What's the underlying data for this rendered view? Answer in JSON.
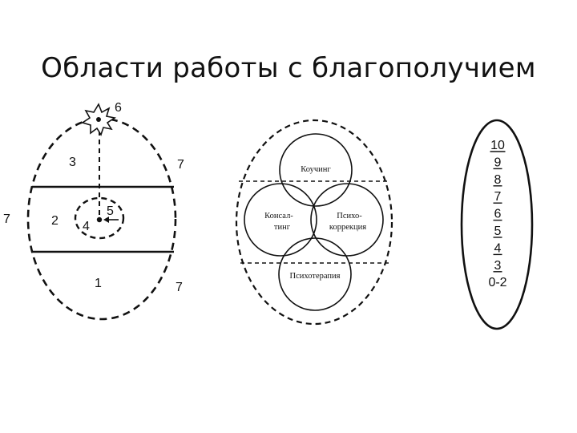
{
  "title": "Области работы с благополучием",
  "diagram_left": {
    "labels": {
      "zone_upper": "3",
      "zone_middle": "2",
      "zone_lower": "1",
      "inner_center": "4",
      "inner_right": "5",
      "star": "6",
      "edge_top_right": "7",
      "edge_left": "7",
      "edge_bottom_right": "7"
    }
  },
  "diagram_center": {
    "circles": {
      "top": "Коучинг",
      "left_line1": "Консал-",
      "left_line2": "тинг",
      "right_line1": "Психо-",
      "right_line2": "коррекция",
      "bottom": "Психотерапия"
    }
  },
  "diagram_right": {
    "levels": [
      "10",
      "9",
      "8",
      "7",
      "6",
      "5",
      "4",
      "3",
      "0-2"
    ]
  }
}
